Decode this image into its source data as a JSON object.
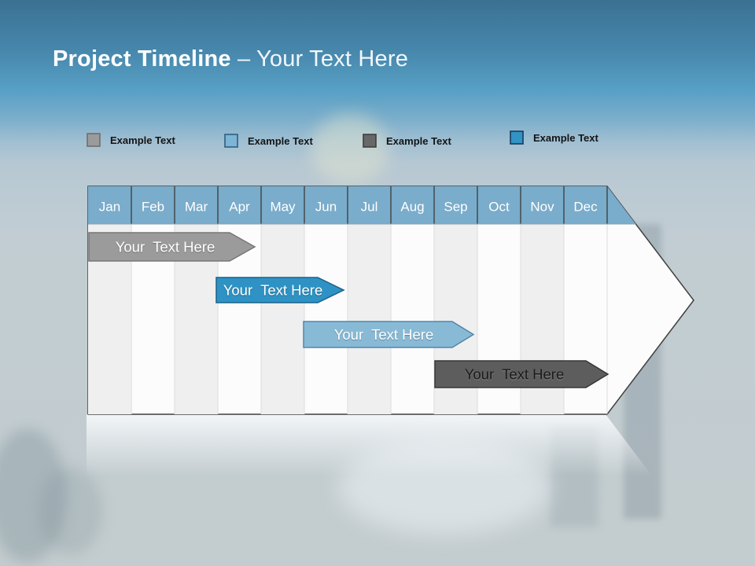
{
  "slide": {
    "title": {
      "bold": "Project Timeline",
      "rest": " – Your Text Here"
    },
    "legend": [
      {
        "label": "Example Text",
        "color": "#9B9B9B",
        "border": "#6E6E6E"
      },
      {
        "label": "Example Text",
        "color": "#7DB5D7",
        "border": "#2E5F7E"
      },
      {
        "label": "Example Text",
        "color": "#686868",
        "border": "#3F3F3F"
      },
      {
        "label": "Example Text",
        "color": "#3293C5",
        "border": "#173A5E"
      }
    ],
    "timeline": {
      "months": [
        "Jan",
        "Feb",
        "Mar",
        "Apr",
        "May",
        "Jun",
        "Jul",
        "Aug",
        "Sep",
        "Oct",
        "Nov",
        "Dec"
      ],
      "header_color": "#7AACCB",
      "bars": [
        {
          "label": "Your  Text Here",
          "fill": "#9B9B9B",
          "stroke": "#777777",
          "text_color": "#FFFFFF",
          "span": "Jan–Apr"
        },
        {
          "label": "Your  Text Here",
          "fill": "#2E92C4",
          "stroke": "#1A628C",
          "text_color": "#FFFFFF",
          "span": "Apr–Jun"
        },
        {
          "label": "Your  Text Here",
          "fill": "#88BAD6",
          "stroke": "#4F87AB",
          "text_color": "#FFFFFF",
          "span": "Jun–Sep"
        },
        {
          "label": "Your  Text Here",
          "fill": "#5D5D5D",
          "stroke": "#373737",
          "text_color": "#1A1A1A",
          "span": "Sep–Dec"
        }
      ]
    }
  }
}
